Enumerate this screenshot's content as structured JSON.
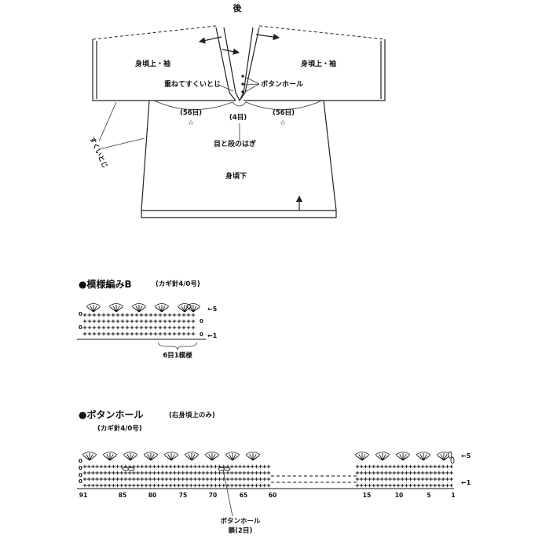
{
  "garment": {
    "title": "後",
    "upper_left": "身頃上・袖",
    "upper_right": "身頃上・袖",
    "overlap_label": "重ねてすくいとじ",
    "buttonhole_label": "ボタンホール",
    "count_left": "(56目)",
    "count_center": "(4目)",
    "count_right": "(56目)",
    "star": "☆",
    "seam_label": "目と段のはぎ",
    "lower_label": "身頃下",
    "side_label": "すくいとじ"
  },
  "pattern_b": {
    "title": "●模様編みB",
    "hook": "(カギ針4/0号)",
    "repeat_label": "6目1模様",
    "row_top": "←5",
    "row_bottom": "←1",
    "zeros": [
      "0",
      "0",
      "0",
      "0"
    ],
    "chart_data": {
      "type": "table",
      "rows": 5,
      "fan_repeats": 5,
      "stitches_per_repeat": 6
    }
  },
  "buttonhole": {
    "title": "●ボタンホール",
    "note": "(右身頃上のみ)",
    "hook": "(カギ針4/0号)",
    "row_top": "←5",
    "row_bottom": "←1",
    "zeros": [
      "0",
      "0",
      "0",
      "0"
    ],
    "callout": "ボタンホール",
    "callout_sub": "鎖(2目)",
    "chart_data": {
      "type": "table",
      "rows": 5,
      "stitch_ticks": [
        "91",
        "85",
        "80",
        "75",
        "70",
        "65",
        "60",
        "15",
        "10",
        "5",
        "1"
      ]
    }
  }
}
